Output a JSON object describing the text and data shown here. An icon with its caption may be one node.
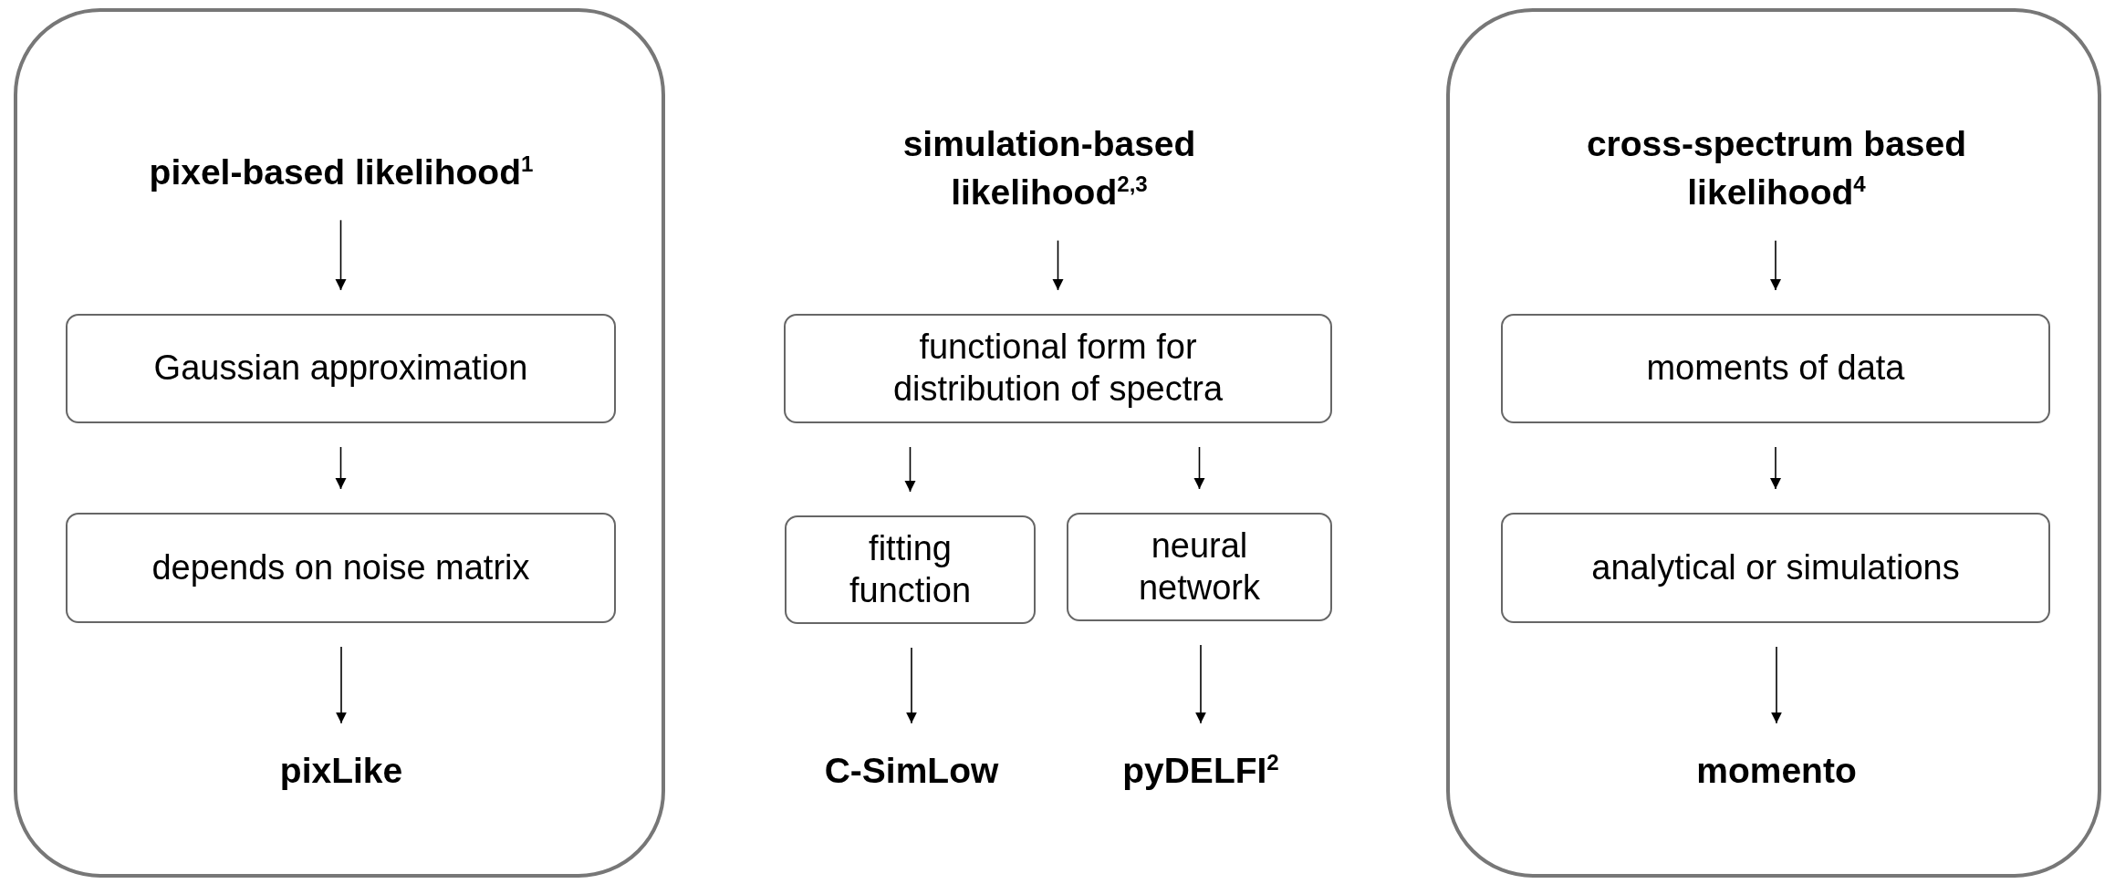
{
  "diagram": {
    "nodes": [
      {
        "text": [],
        "shape": "box"
      },
      {
        "text": [
          "pixel-based likelihood$^{1}$"
        ],
        "in": 0
      },
      {
        "text": [
          "Gaussian approximation"
        ],
        "in": 0
      },
      {
        "text": [
          "depends on noise matrix"
        ],
        "in": 0
      },
      {
        "text": [
          "pixLike"
        ],
        "in": 0
      },
      {
        "text": [
          "simulation-based likelihood$^{2,3}$"
        ]
      },
      {
        "text": [
          "functional form for distribution of spectra"
        ]
      },
      {
        "text": [
          "fitting function"
        ]
      },
      {
        "text": [
          "neural network"
        ]
      },
      {
        "text": [
          "C-SimLow"
        ]
      },
      {
        "text": [
          "pyDELFI$^{2}$"
        ]
      },
      {
        "text": [],
        "shape": "box"
      },
      {
        "text": [
          "cross-spectrum based likelihood$^{4}$"
        ],
        "in": 11
      },
      {
        "text": [
          "moments of data"
        ],
        "in": 11
      },
      {
        "text": [
          "analytical or simulations"
        ],
        "in": 11
      },
      {
        "text": [
          "momento"
        ],
        "in": 11
      }
    ],
    "edges": [
      {
        "from": 1,
        "to": 2,
        "arrow": "to"
      },
      {
        "from": 2,
        "to": 3,
        "arrow": "to"
      },
      {
        "from": 3,
        "to": 4,
        "arrow": "to"
      },
      {
        "from": 5,
        "to": 6,
        "arrow": "to"
      },
      {
        "from": 6,
        "to": 7,
        "arrow": "to"
      },
      {
        "from": 6,
        "to": 8,
        "arrow": "to"
      },
      {
        "from": 7,
        "to": 9,
        "arrow": "to"
      },
      {
        "from": 8,
        "to": 10,
        "arrow": "to"
      },
      {
        "from": 12,
        "to": 13,
        "arrow": "to"
      },
      {
        "from": 13,
        "to": 14,
        "arrow": "to"
      },
      {
        "from": 14,
        "to": 15,
        "arrow": "to"
      }
    ]
  }
}
